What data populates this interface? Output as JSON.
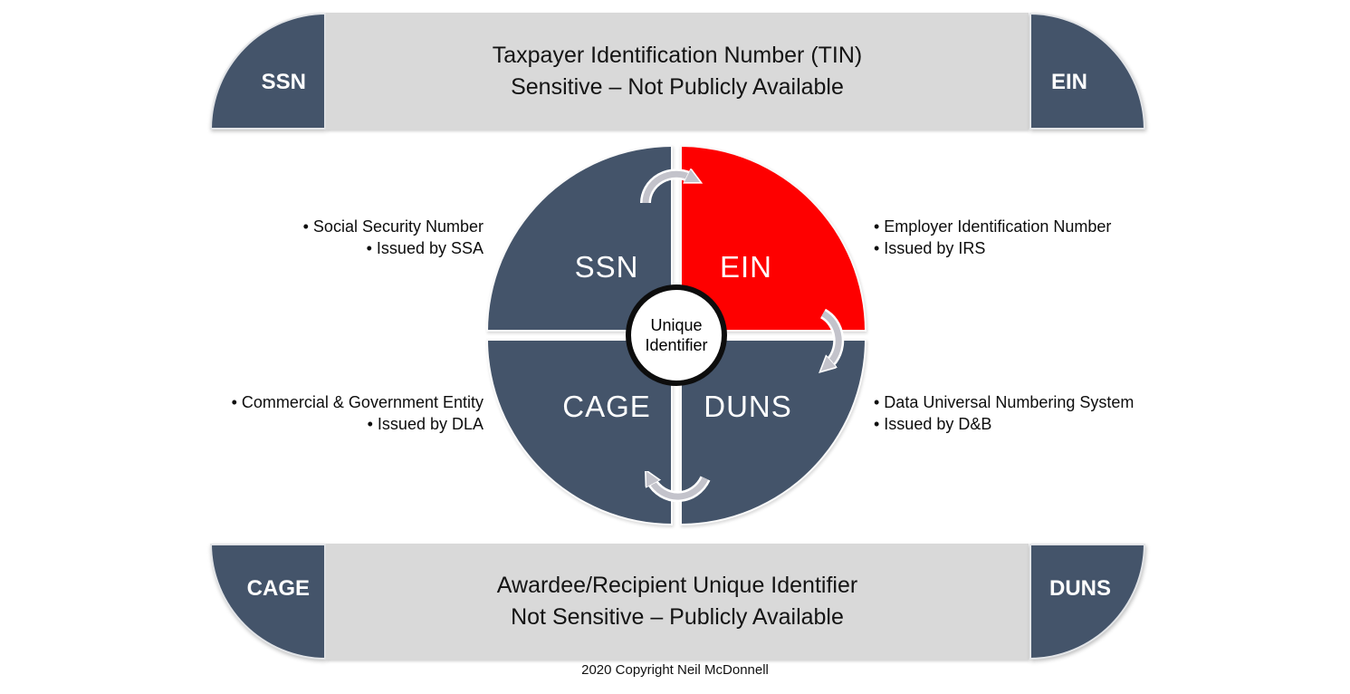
{
  "colors": {
    "dark_slate": "#44546A",
    "red": "#FE0000",
    "banner_gray": "#D9D9D9",
    "arrow_gray": "#C3C3CB",
    "hub_border": "#0d0d0d"
  },
  "top_banner": {
    "left_tab": "SSN",
    "right_tab": "EIN",
    "title_line1": "Taxpayer Identification Number (TIN)",
    "title_line2": "Sensitive – Not Publicly Available"
  },
  "bottom_banner": {
    "left_tab": "CAGE",
    "right_tab": "DUNS",
    "title_line1": "Awardee/Recipient Unique Identifier",
    "title_line2": "Not Sensitive – Publicly Available"
  },
  "wheel": {
    "center_line1": "Unique",
    "center_line2": "Identifier",
    "quadrants": {
      "ssn": {
        "label": "SSN",
        "color": "#44546A"
      },
      "ein": {
        "label": "EIN",
        "color": "#FE0000"
      },
      "cage": {
        "label": "CAGE",
        "color": "#44546A"
      },
      "duns": {
        "label": "DUNS",
        "color": "#44546A"
      }
    }
  },
  "annotations": {
    "ssn_line1": "• Social Security Number",
    "ssn_line2": "• Issued by SSA",
    "ein_line1": "• Employer Identification Number",
    "ein_line2": "• Issued by IRS",
    "cage_line1": "• Commercial & Government Entity",
    "cage_line2": "• Issued by DLA",
    "duns_line1": "• Data Universal Numbering System",
    "duns_line2": "• Issued by D&B"
  },
  "footer": {
    "copyright": "2020 Copyright Neil McDonnell"
  }
}
